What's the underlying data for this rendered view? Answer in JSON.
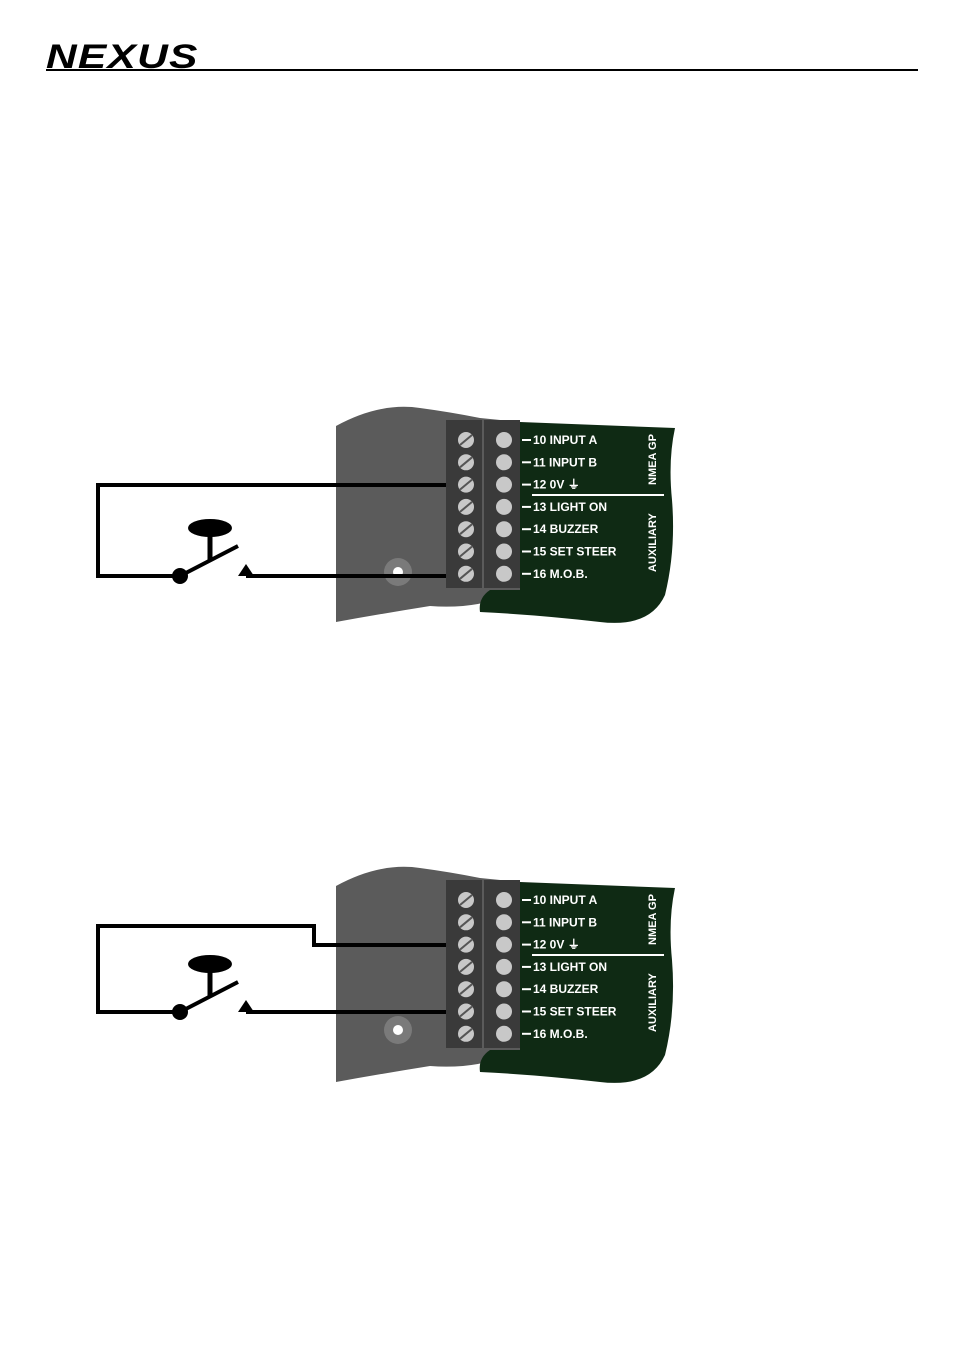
{
  "header": {
    "brand": "NEXUS"
  },
  "terminal_labels": [
    "10 INPUT A",
    "11 INPUT B",
    "12 0V ⏚",
    "13 LIGHT ON",
    "14 BUZZER",
    "15 SET STEER",
    "16 M.O.B."
  ],
  "groups": {
    "nmea": "NMEA GP",
    "auxiliary": "AUXILIARY"
  },
  "colors": {
    "housing": "#5b5b5b",
    "board": "#0f2a14",
    "wire": "#000000",
    "screw": "#c8c8c8"
  }
}
